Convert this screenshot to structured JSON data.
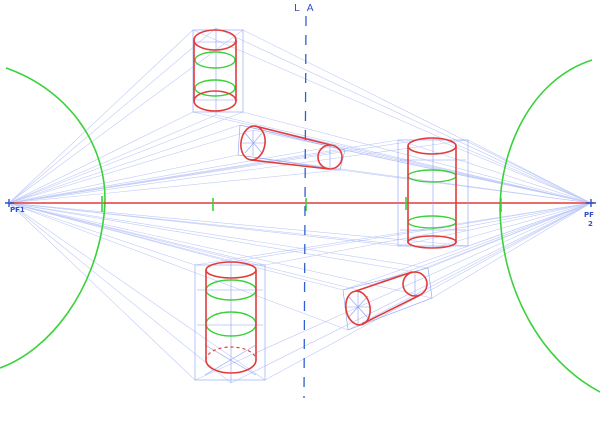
{
  "labels": {
    "vertical_axis": "L A",
    "vanishing_point_left": "PF1",
    "vanishing_point_right_top": "PF",
    "vanishing_point_right_bottom": "2"
  },
  "colors": {
    "construction": "#8b9ff2",
    "outline": "#e23b3b",
    "ellipse": "#3ad23a",
    "vertical_axis": "#2f5fd0",
    "label": "#2f4fc8"
  },
  "objects": [
    "upright-cylinder-top",
    "tilted-cylinder-upper",
    "upright-cylinder-right",
    "upright-cylinder-bottom",
    "tilted-cylinder-lower"
  ]
}
